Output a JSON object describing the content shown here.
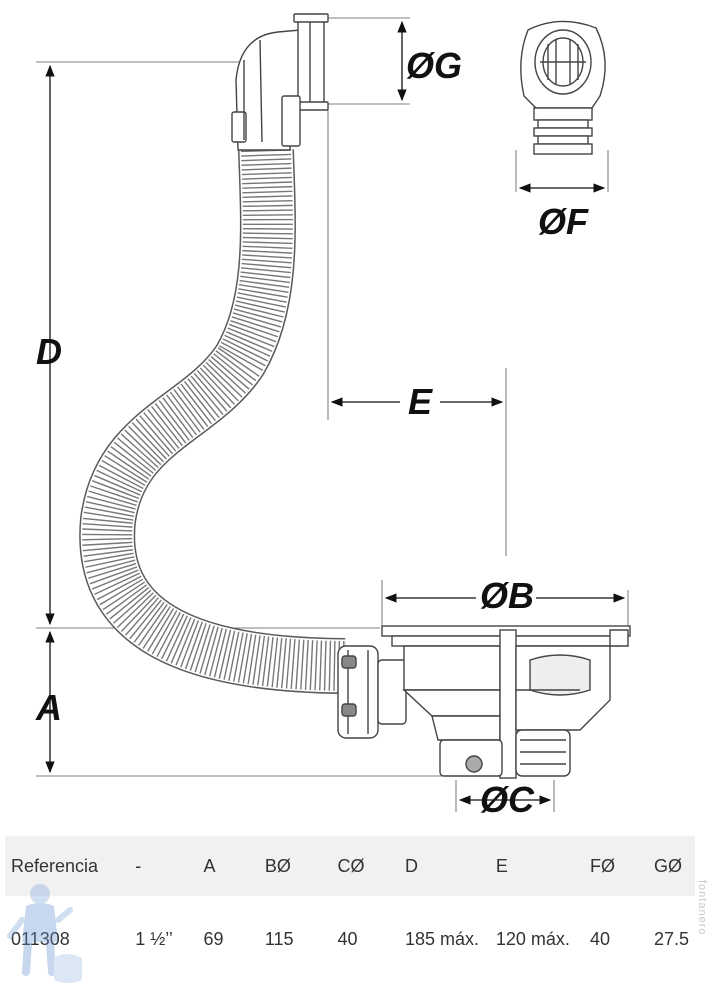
{
  "dimensions": {
    "g": "ØG",
    "f": "ØF",
    "d": "D",
    "e": "E",
    "b": "ØB",
    "a": "A",
    "c": "ØC"
  },
  "spec_table": {
    "headers": [
      "Referencia",
      "-",
      "A",
      "BØ",
      "CØ",
      "D",
      "E",
      "FØ",
      "GØ"
    ],
    "rows": [
      {
        "referencia": "011308",
        "size": "1 ½’’",
        "a": "69",
        "b": "115",
        "c": "40",
        "d": "185 máx.",
        "e": "120 máx.",
        "f": "40",
        "g": "27.5"
      }
    ]
  },
  "watermark": "fontanero"
}
